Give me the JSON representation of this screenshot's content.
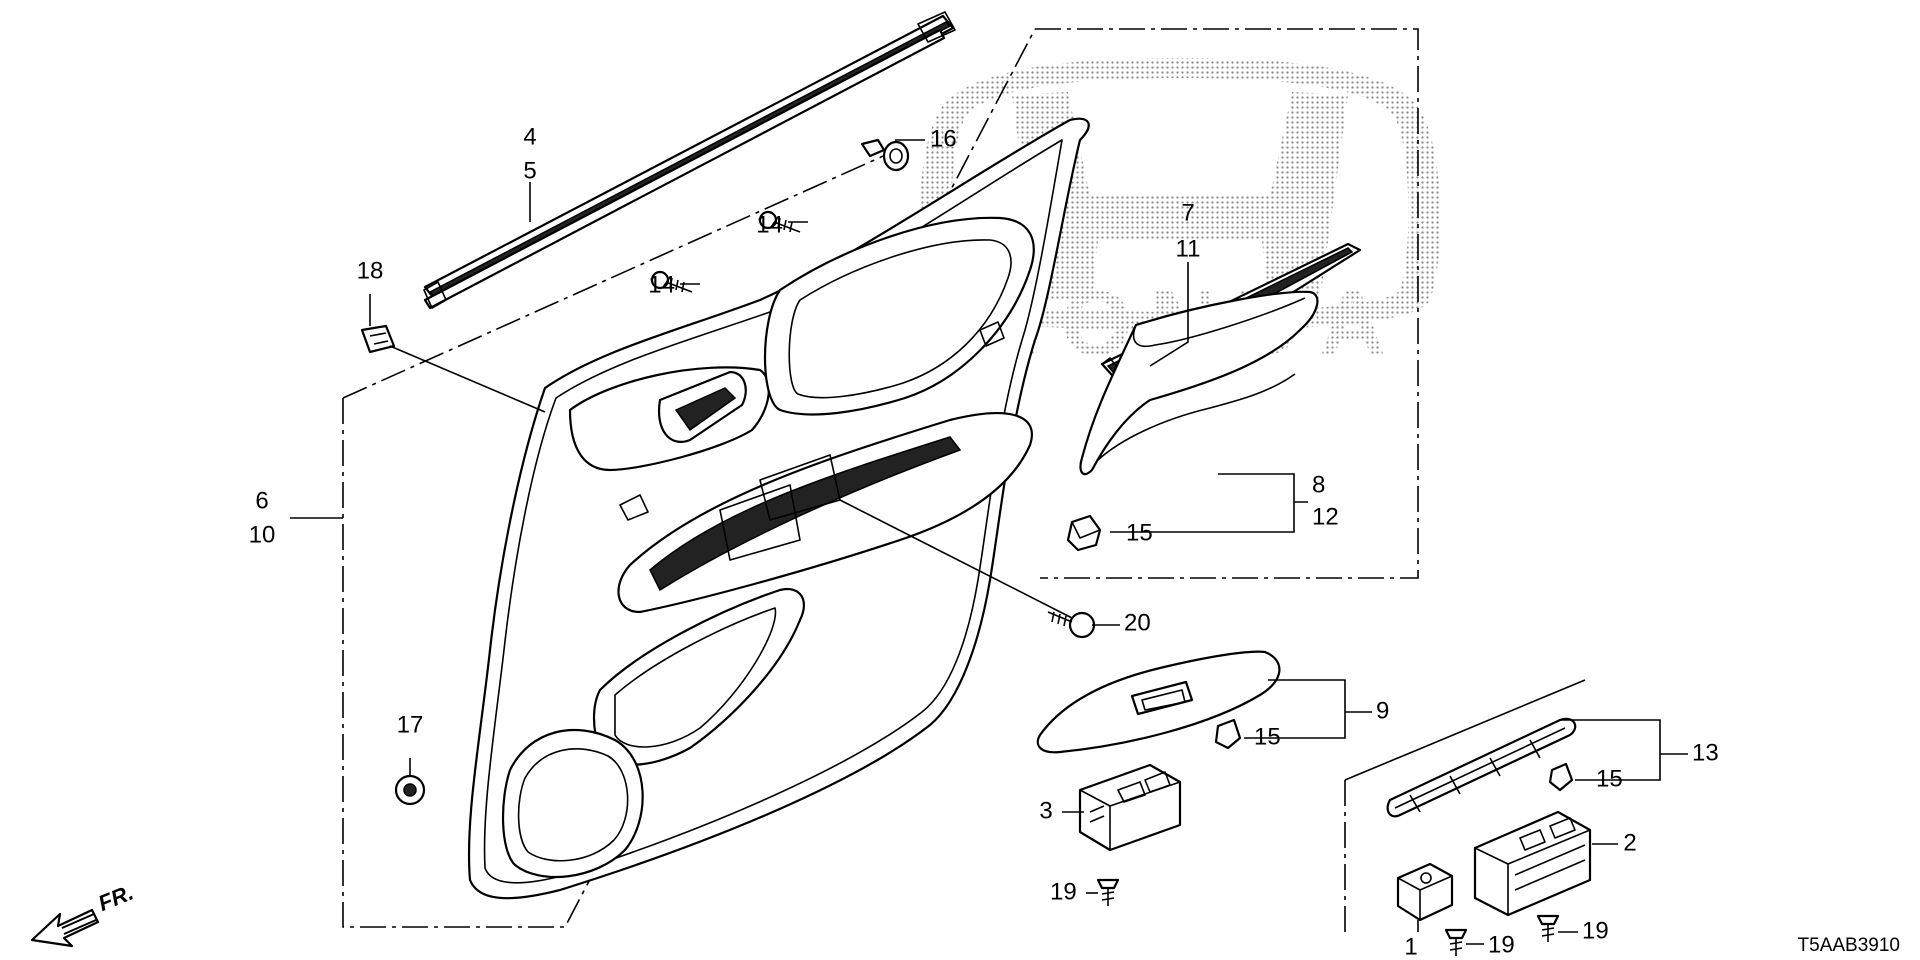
{
  "diagram": {
    "callouts": {
      "c1": "1",
      "c2": "2",
      "c3": "3",
      "c4": "4",
      "c5": "5",
      "c6": "6",
      "c7": "7",
      "c8": "8",
      "c9": "9",
      "c10": "10",
      "c11": "11",
      "c12": "12",
      "c13": "13",
      "c14a": "14",
      "c14b": "14",
      "c15a": "15",
      "c15b": "15",
      "c15c": "15",
      "c16": "16",
      "c17": "17",
      "c18": "18",
      "c19a": "19",
      "c19b": "19",
      "c19c": "19",
      "c20": "20"
    },
    "direction_label": "FR.",
    "diagram_code": "T5AAB3910",
    "watermark_text": "HONDA"
  }
}
